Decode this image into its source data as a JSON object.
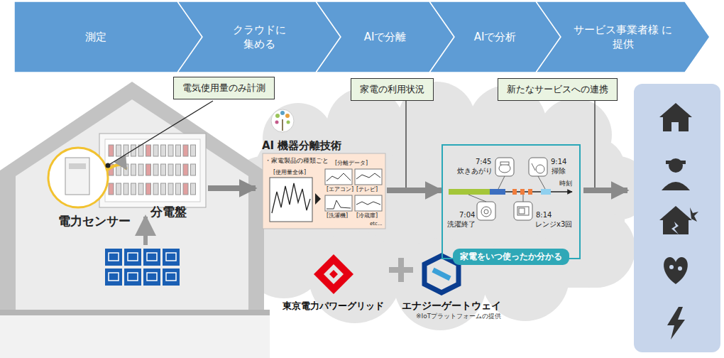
{
  "diagram": {
    "nodes": [
      {
        "text": [
          "測定"
        ]
      },
      {
        "text": [
          "クラウドに 集める"
        ]
      },
      {
        "text": [
          "AIで分離"
        ]
      },
      {
        "text": [
          "AIで分析"
        ]
      },
      {
        "text": [
          "サービス事業者様 に提供"
        ]
      },
      {
        "text": [
          "電気使用量のみ計測"
        ]
      },
      {
        "text": [
          "家電の利用状況"
        ]
      },
      {
        "text": [
          "新たなサービスへの連携"
        ]
      },
      {
        "text": [
          "電力センサー"
        ]
      },
      {
        "text": [
          "AI 機器分離技術",
          "・家電製品の種類ごと"
        ]
      },
      {
        "text": [
          "家電をいつ使ったか分かる"
        ]
      }
    ],
    "edges": [
      {
        "from": 9,
        "to": 10,
        "arrow": "to"
      }
    ],
    "labels": [
      "分電盤",
      "[使用量全体]",
      "[分離データ]",
      "[エアコン]",
      "[テレビ]",
      "[洗濯機]",
      "[冷蔵庫]",
      "etc...",
      "7:45",
      "炊きあがり",
      "9:14",
      "掃除",
      "時刻",
      "7:04",
      "洗濯終了",
      "8:14",
      "レンジx3回",
      "東京電力パワーグリッド",
      "エナジーゲートウェイ",
      "※IoTプラットフォームの提供"
    ]
  }
}
